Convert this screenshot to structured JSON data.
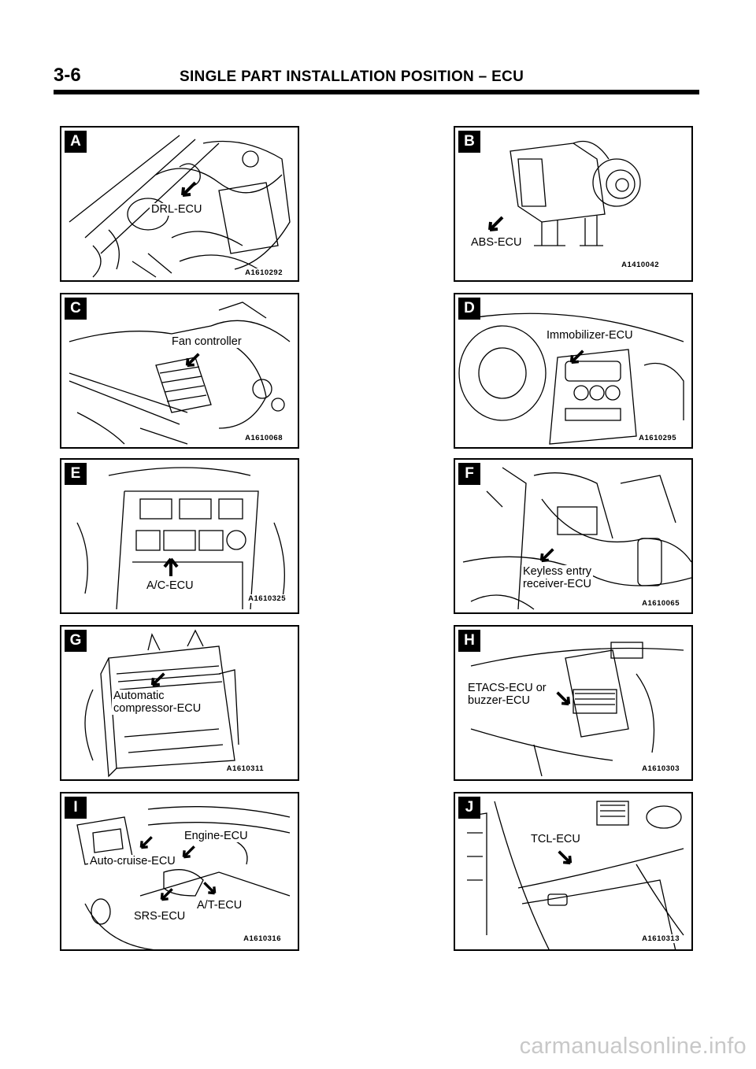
{
  "header": {
    "page_number": "3-6",
    "title": "SINGLE PART INSTALLATION POSITION – ECU"
  },
  "panels": {
    "a": {
      "letter": "A",
      "labels": [
        "DRL-ECU"
      ],
      "ref": "A1610292"
    },
    "b": {
      "letter": "B",
      "labels": [
        "ABS-ECU"
      ],
      "ref": "A1410042"
    },
    "c": {
      "letter": "C",
      "labels": [
        "Fan controller"
      ],
      "ref": "A1610068"
    },
    "d": {
      "letter": "D",
      "labels": [
        "Immobilizer-ECU"
      ],
      "ref": "A1610295"
    },
    "e": {
      "letter": "E",
      "labels": [
        "A/C-ECU"
      ],
      "ref": "A1610325"
    },
    "f": {
      "letter": "F",
      "labels": [
        "Keyless entry",
        "receiver-ECU"
      ],
      "ref": "A1610065"
    },
    "g": {
      "letter": "G",
      "labels": [
        "Automatic",
        "compressor-ECU"
      ],
      "ref": "A1610311"
    },
    "h": {
      "letter": "H",
      "labels": [
        "ETACS-ECU or",
        "buzzer-ECU"
      ],
      "ref": "A1610303"
    },
    "i": {
      "letter": "I",
      "labels": [
        "Engine-ECU",
        "Auto-cruise-ECU",
        "A/T-ECU",
        "SRS-ECU"
      ],
      "ref": "A1610316"
    },
    "j": {
      "letter": "J",
      "labels": [
        "TCL-ECU"
      ],
      "ref": "A1610313"
    }
  },
  "watermark": "carmanualsonline.info"
}
